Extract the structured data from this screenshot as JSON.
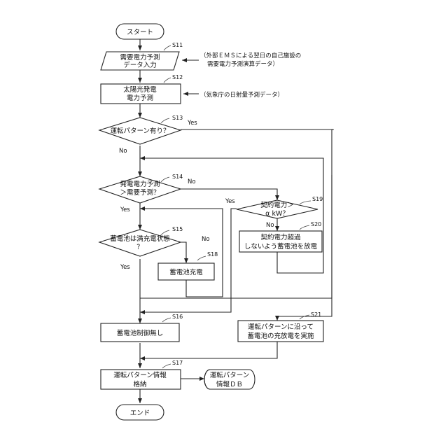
{
  "nodes": {
    "start": "スタート",
    "s11": {
      "id": "S11",
      "lines": [
        "需要電力予測",
        "データ入力"
      ]
    },
    "s11_note": [
      "（外部ＥＭＳによる翌日の自己施設の",
      "需要電力予測演算データ）"
    ],
    "s12": {
      "id": "S12",
      "lines": [
        "太陽光発電",
        "電力予測"
      ]
    },
    "s12_note": "（気象庁の日射量予測データ）",
    "s13": {
      "id": "S13",
      "lines": [
        "運転パターン有り？"
      ]
    },
    "s14": {
      "id": "S14",
      "lines": [
        "発電電力予測",
        "＞需要予測？"
      ]
    },
    "s15": {
      "id": "S15",
      "lines": [
        "蓄電池は満充電状態",
        "？"
      ]
    },
    "s16": {
      "id": "S16",
      "lines": [
        "蓄電池制御無し"
      ]
    },
    "s17": {
      "id": "S17",
      "lines": [
        "運転パターン情報",
        "格納"
      ]
    },
    "s18": {
      "id": "S18",
      "lines": [
        "蓄電池充電"
      ]
    },
    "s19": {
      "id": "S19",
      "lines": [
        "契約電力＞",
        "α kW？"
      ]
    },
    "s20": {
      "id": "S20",
      "lines": [
        "契約電力超過",
        "しないよう蓄電池を放電"
      ]
    },
    "s21": {
      "id": "S21",
      "lines": [
        "運転パターンに沿って",
        "蓄電池の充放電を実施"
      ]
    },
    "db": [
      "運転パターン",
      "情報ＤＢ"
    ],
    "end": "エンド"
  },
  "edge_labels": {
    "s13_yes": "Yes",
    "s13_no": "No",
    "s14_no": "No",
    "s14_yes": "Yes",
    "s15_no": "No",
    "s15_yes": "Yes",
    "s19_yes": "Yes",
    "s19_no": "No"
  }
}
